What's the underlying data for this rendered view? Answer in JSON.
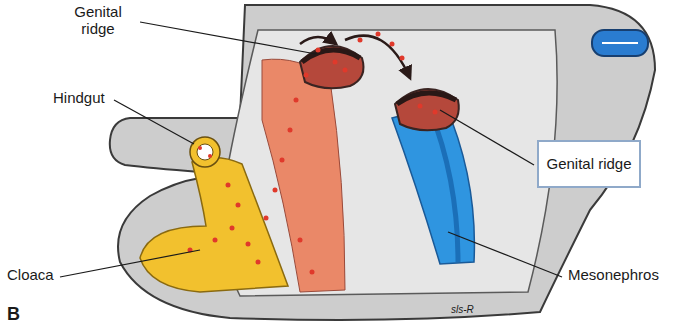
{
  "diagram": {
    "nodes": [
      {
        "text": [
          "Genital ridge"
        ]
      }
    ],
    "labels": [
      "Genital ridge",
      "Hindgut",
      "Cloaca",
      "Mesonephros",
      "B",
      "sls-R"
    ]
  }
}
